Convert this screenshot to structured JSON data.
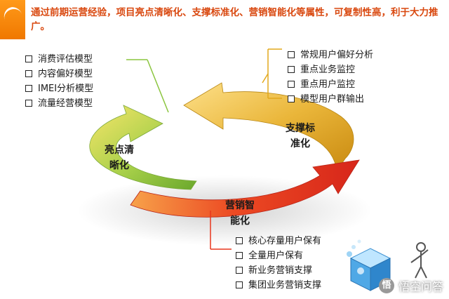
{
  "header": {
    "text": "通过前期运营经验，项目亮点清晰化、支撑标准化、营销智能化等属性，可复制性高，利于大力推广。"
  },
  "cycle": {
    "highlight_line1": "亮点清",
    "highlight_line2": "晰化",
    "support_line1": "支撑标",
    "support_line2": "准化",
    "marketing_line1": "营销智",
    "marketing_line2": "能化"
  },
  "left_list": [
    "消费评估模型",
    "内容偏好模型",
    "IMEI分析模型",
    "流量经营模型"
  ],
  "right_list": [
    "常规用户偏好分析",
    "重点业务监控",
    "重点用户监控",
    "模型用户群输出"
  ],
  "bottom_list": [
    "核心存量用户保有",
    "全量用户保有",
    "新业务营销支撑",
    "集团业务营销支撑"
  ],
  "watermark": {
    "badge": "悟",
    "text": "悟空问答"
  },
  "colors": {
    "heading": "#d9480f",
    "arrow_green": "#8bc53f",
    "arrow_gold": "#e2a81c",
    "arrow_red": "#e8361d",
    "badge_orange": "#f58a0b"
  },
  "icons": [
    "cube-3d-icon",
    "stick-figure-icon"
  ]
}
